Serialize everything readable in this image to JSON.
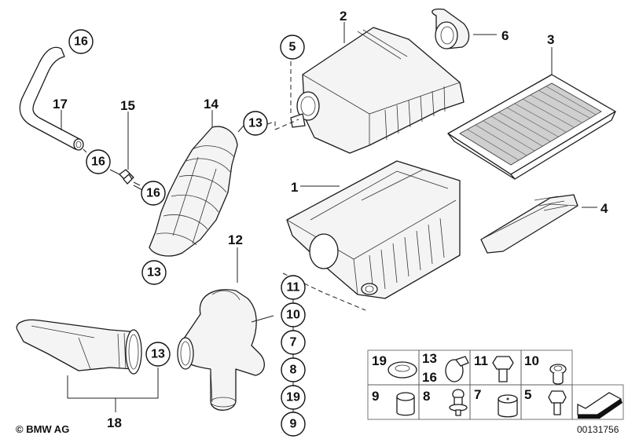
{
  "diagram": {
    "title": "Air intake silencer / filter housing parts diagram",
    "callouts": {
      "c1": "1",
      "c2": "2",
      "c3": "3",
      "c4": "4",
      "c5": "5",
      "c6": "6",
      "c12": "12",
      "c13a": "13",
      "c13b": "13",
      "c13c": "13",
      "c14": "14",
      "c15": "15",
      "c16a": "16",
      "c16b": "16",
      "c16c": "16",
      "c17": "17",
      "c18": "18",
      "stack": [
        "11",
        "10",
        "7",
        "8",
        "19",
        "9"
      ]
    },
    "hardware_table": {
      "row1": [
        {
          "labels": [
            "19"
          ],
          "part": "washer"
        },
        {
          "labels": [
            "13",
            "16"
          ],
          "part": "hose-clamp"
        },
        {
          "labels": [
            "11"
          ],
          "part": "hex-flange-bolt"
        },
        {
          "labels": [
            "10"
          ],
          "part": "grommet-sleeve"
        }
      ],
      "row2": [
        {
          "labels": [
            "9"
          ],
          "part": "rubber-bushing"
        },
        {
          "labels": [
            "8"
          ],
          "part": "ball-stud"
        },
        {
          "labels": [
            "7"
          ],
          "part": "rubber-mount"
        },
        {
          "labels": [
            "5"
          ],
          "part": "hex-bolt"
        }
      ],
      "direction_arrow": "forward-direction-arrow"
    },
    "copyright": "© BMW AG",
    "document_number": "00131756"
  }
}
